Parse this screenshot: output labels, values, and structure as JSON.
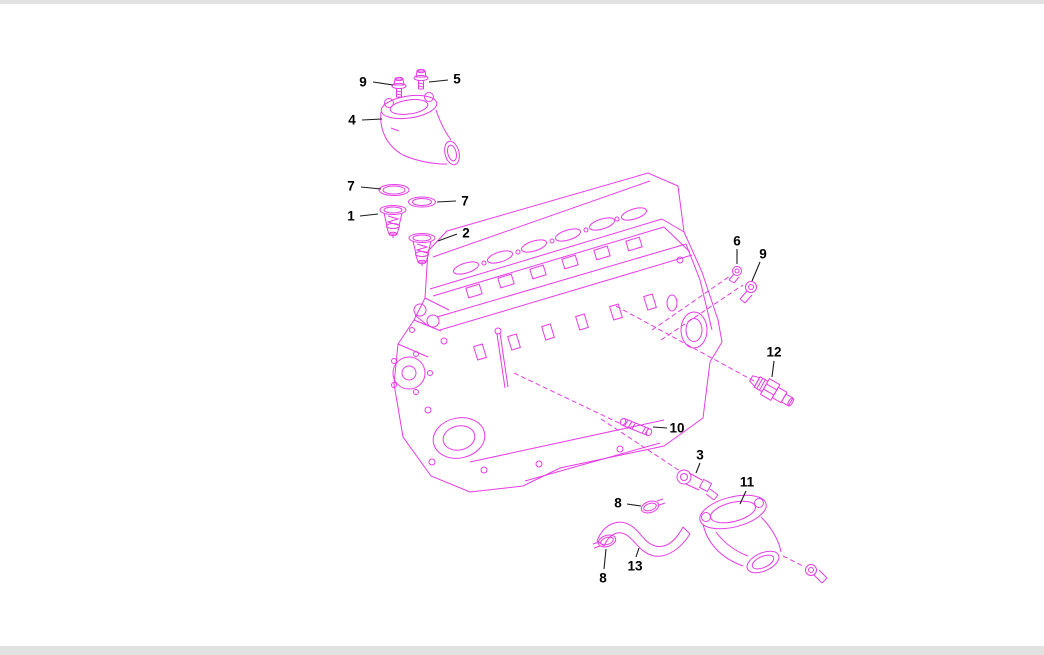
{
  "colors": {
    "line-color": "#e63ce6",
    "leader-color": "#1c1c1c",
    "label-color": "#000000",
    "canvas-bg": "#ffffff",
    "frame-color": "#e2e2e2"
  },
  "diagram": {
    "type": "exploded-parts-line-drawing",
    "callouts": [
      {
        "id": "9-top",
        "text": "9",
        "points_to": "bolt-9-top-drawing"
      },
      {
        "id": "5",
        "text": "5",
        "points_to": "bolt-5-drawing"
      },
      {
        "id": "4",
        "text": "4",
        "points_to": "thermostat-housing-drawing"
      },
      {
        "id": "7-left",
        "text": "7",
        "points_to": "seal-ring-7-left-drawing"
      },
      {
        "id": "7-right",
        "text": "7",
        "points_to": "seal-ring-7-right-drawing"
      },
      {
        "id": "1",
        "text": "1",
        "points_to": "thermostat-1-drawing"
      },
      {
        "id": "2",
        "text": "2",
        "points_to": "thermostat-2-drawing"
      },
      {
        "id": "6",
        "text": "6",
        "points_to": "bolt-6-drawing"
      },
      {
        "id": "9-right",
        "text": "9",
        "points_to": "bolt-9-right-drawing"
      },
      {
        "id": "12",
        "text": "12",
        "points_to": "temperature-sensor-12-drawing"
      },
      {
        "id": "10",
        "text": "10",
        "points_to": "stud-10-drawing"
      },
      {
        "id": "3",
        "text": "3",
        "points_to": "fitting-3-drawing"
      },
      {
        "id": "11",
        "text": "11",
        "points_to": "outlet-housing-11-drawing"
      },
      {
        "id": "8-top",
        "text": "8",
        "points_to": "hose-clamp-8-top-drawing"
      },
      {
        "id": "8-bottom",
        "text": "8",
        "points_to": "hose-clamp-8-bottom-drawing"
      },
      {
        "id": "13",
        "text": "13",
        "points_to": "hose-13-drawing"
      }
    ]
  }
}
